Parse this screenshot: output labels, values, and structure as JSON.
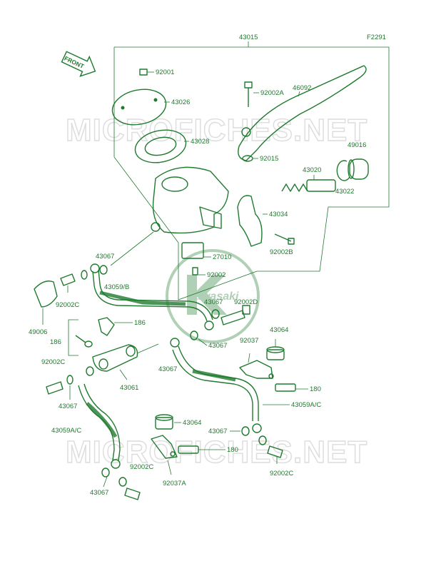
{
  "figure_code": "F2291",
  "front_label": "FRONT",
  "watermark_text": "MICROFICHES.NET",
  "logo_text": "Kawasaki",
  "line_color": "#1f7a2e",
  "labels": {
    "l43015": "43015",
    "l92001": "92001",
    "l43026": "43026",
    "l92002A": "92002A",
    "l46092": "46092",
    "l43028": "43028",
    "l92015": "92015",
    "l49016": "49016",
    "l43020": "43020",
    "l43022": "43022",
    "l43034": "43034",
    "l92002B": "92002B",
    "l27010": "27010",
    "l43067a": "43067",
    "l92002": "92002",
    "l43059B": "43059/B",
    "l92002C_a": "92002C",
    "l43067b": "43067",
    "l92002D": "92002D",
    "l186a": "186",
    "l49006": "49006",
    "l186b": "186",
    "l43067c": "43067",
    "l43064a": "43064",
    "l92037": "92037",
    "l92002C_b": "92002C",
    "l43067d": "43067",
    "l43061": "43061",
    "l180a": "180",
    "l43067e": "43067",
    "l43059AC_a": "43059A/C",
    "l43064b": "43064",
    "l43059AC_b": "43059A/C",
    "l43067f": "43067",
    "l180b": "180",
    "l92002C_c": "92002C",
    "l92002C_d": "92002C",
    "l92037A": "92037A",
    "l43067g": "43067"
  }
}
